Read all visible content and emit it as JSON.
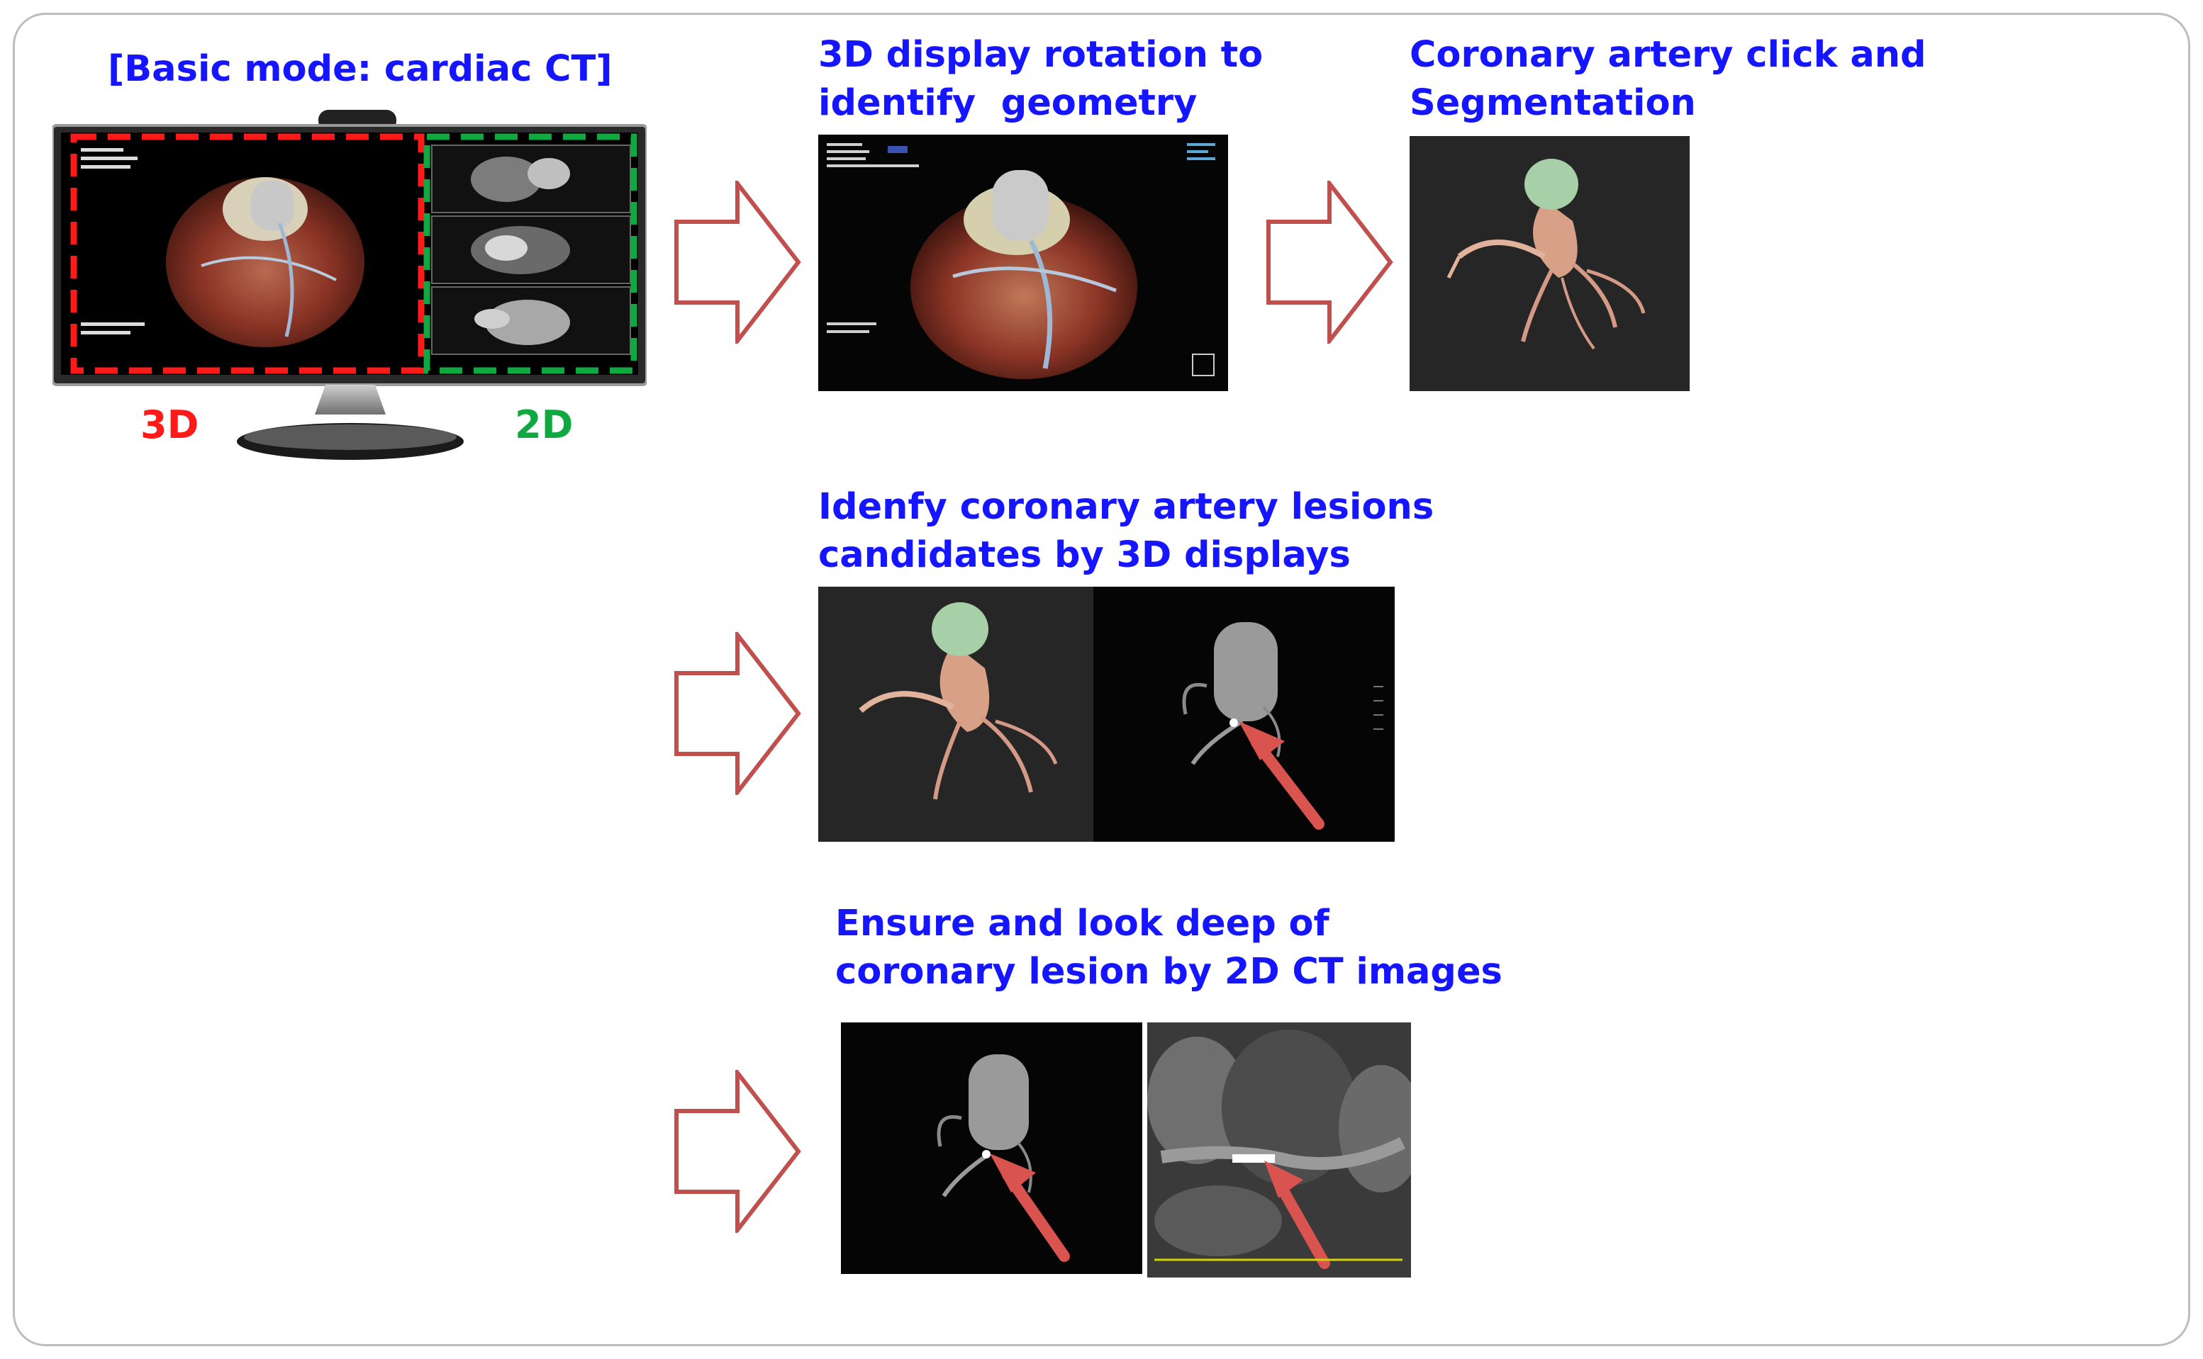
{
  "captions": {
    "basic_mode": "[Basic mode: cardiac CT]",
    "step1": "3D display rotation to\nidentify  geometry",
    "step2": "Coronary artery click and\nSegmentation",
    "step3": "Idenfy coronary artery lesions\ncandidates by 3D displays",
    "step4": "Ensure and look deep of\ncoronary lesion by 2D CT images"
  },
  "monitor_labels": {
    "left": "3D",
    "right": "2D"
  },
  "colors": {
    "caption": "#1515ff",
    "label_3d": "#ff1a1a",
    "label_2d": "#10a840",
    "arrow_stroke": "#c0504d",
    "lesion_arrow": "#d9534f",
    "frame_border": "#bdbdbd"
  },
  "icons": [
    "right-outline-arrow-icon",
    "lesion-pointer-arrow-icon"
  ]
}
